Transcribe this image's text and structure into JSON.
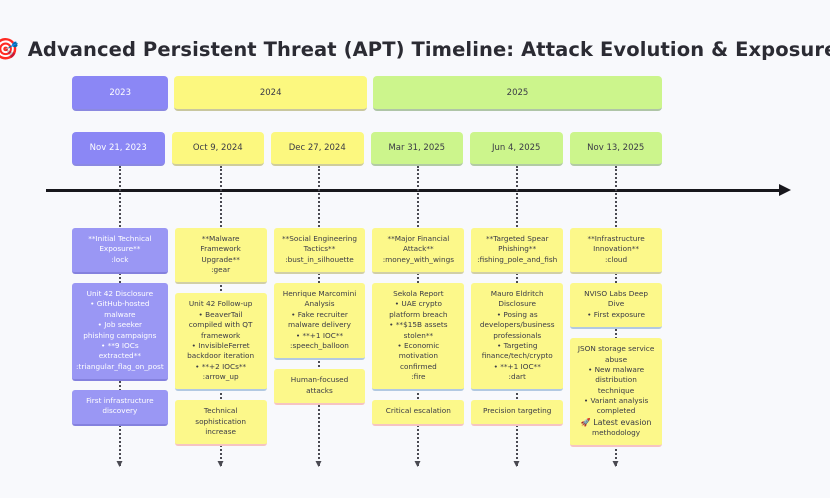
{
  "header": {
    "emoji": "🎯",
    "emoji_name": "dart-icon",
    "title": "Advanced Persistent Threat (APT) Timeline: Attack Evolution & Exposure"
  },
  "colors": {
    "purple": "#8b87f5",
    "yellow": "#fcf87f",
    "green": "#ccf58c",
    "axis": "#17171c",
    "background": "#f8f9fc"
  },
  "years": [
    {
      "label": "2023",
      "tone": "purple",
      "span": 1
    },
    {
      "label": "2024",
      "tone": "yellow",
      "span": 2
    },
    {
      "label": "2025",
      "tone": "green",
      "span": 3
    }
  ],
  "dates": [
    {
      "label": "Nov 21, 2023",
      "tone": "purple"
    },
    {
      "label": "Oct 9, 2024",
      "tone": "yellow"
    },
    {
      "label": "Dec 27, 2024",
      "tone": "yellow"
    },
    {
      "label": "Mar 31, 2025",
      "tone": "green"
    },
    {
      "label": "Jun 4, 2025",
      "tone": "green"
    },
    {
      "label": "Nov 13, 2025",
      "tone": "green"
    }
  ],
  "columns": [
    {
      "tone": "purple",
      "cards": [
        {
          "tone": "purple",
          "lines": [
            {
              "text": "**Initial Technical"
            },
            {
              "text": "Exposure**"
            },
            {
              "text": ":lock"
            }
          ]
        },
        {
          "tone": "purple",
          "lines": [
            {
              "text": "Unit 42 Disclosure"
            },
            {
              "text": "GitHub-hosted",
              "bullet": true
            },
            {
              "text": "malware"
            },
            {
              "text": "Job seeker",
              "bullet": true
            },
            {
              "text": "phishing campaigns"
            },
            {
              "text": "**9 IOCs",
              "bullet": true
            },
            {
              "text": "extracted**"
            },
            {
              "text": ":triangular_flag_on_post"
            }
          ]
        },
        {
          "tone": "purple",
          "lines": [
            {
              "text": "First infrastructure"
            },
            {
              "text": "discovery"
            }
          ]
        }
      ]
    },
    {
      "tone": "yellow",
      "cards": [
        {
          "tone": "yellow",
          "lines": [
            {
              "text": "**Malware"
            },
            {
              "text": "Framework"
            },
            {
              "text": "Upgrade**"
            },
            {
              "text": ":gear"
            }
          ]
        },
        {
          "tone": "yellow",
          "lines": [
            {
              "text": "Unit 42 Follow-up"
            },
            {
              "text": "BeaverTail",
              "bullet": true
            },
            {
              "text": "compiled with QT"
            },
            {
              "text": "framework"
            },
            {
              "text": "InvisibleFerret",
              "bullet": true
            },
            {
              "text": "backdoor iteration"
            },
            {
              "text": "**+2 IOCs**",
              "bullet": true
            },
            {
              "text": ":arrow_up"
            }
          ]
        },
        {
          "tone": "yellow",
          "lines": [
            {
              "text": "Technical"
            },
            {
              "text": "sophistication"
            },
            {
              "text": "increase"
            }
          ]
        }
      ]
    },
    {
      "tone": "yellow",
      "cards": [
        {
          "tone": "yellow",
          "lines": [
            {
              "text": "**Social Engineering"
            },
            {
              "text": "Tactics**"
            },
            {
              "text": ":bust_in_silhouette"
            }
          ]
        },
        {
          "tone": "yellow",
          "lines": [
            {
              "text": "Henrique Marcomini"
            },
            {
              "text": "Analysis"
            },
            {
              "text": "Fake recruiter",
              "bullet": true
            },
            {
              "text": "malware delivery"
            },
            {
              "text": "**+1 IOC**",
              "bullet": true
            },
            {
              "text": ":speech_balloon"
            }
          ]
        },
        {
          "tone": "yellow",
          "lines": [
            {
              "text": "Human-focused"
            },
            {
              "text": "attacks"
            }
          ]
        }
      ]
    },
    {
      "tone": "green",
      "cards": [
        {
          "tone": "yellow",
          "lines": [
            {
              "text": "**Major Financial"
            },
            {
              "text": "Attack**"
            },
            {
              "text": ":money_with_wings"
            }
          ]
        },
        {
          "tone": "yellow",
          "lines": [
            {
              "text": "Sekola Report"
            },
            {
              "text": "UAE crypto",
              "bullet": true
            },
            {
              "text": "platform breach"
            },
            {
              "text": "**$15B assets",
              "bullet": true
            },
            {
              "text": "stolen**"
            },
            {
              "text": "Economic",
              "bullet": true
            },
            {
              "text": "motivation"
            },
            {
              "text": "confirmed"
            },
            {
              "text": ":fire"
            }
          ]
        },
        {
          "tone": "yellow",
          "lines": [
            {
              "text": "Critical escalation"
            }
          ]
        }
      ]
    },
    {
      "tone": "green",
      "cards": [
        {
          "tone": "yellow",
          "lines": [
            {
              "text": "**Targeted Spear"
            },
            {
              "text": "Phishing**"
            },
            {
              "text": ":fishing_pole_and_fish"
            }
          ]
        },
        {
          "tone": "yellow",
          "lines": [
            {
              "text": "Mauro Eldritch"
            },
            {
              "text": "Disclosure"
            },
            {
              "text": "Posing as",
              "bullet": true
            },
            {
              "text": "developers/business"
            },
            {
              "text": "professionals"
            },
            {
              "text": "Targeting",
              "bullet": true
            },
            {
              "text": "finance/tech/crypto"
            },
            {
              "text": "**+1 IOC**",
              "bullet": true
            },
            {
              "text": ":dart"
            }
          ]
        },
        {
          "tone": "yellow",
          "lines": [
            {
              "text": "Precision targeting"
            }
          ]
        }
      ]
    },
    {
      "tone": "green",
      "cards": [
        {
          "tone": "yellow",
          "lines": [
            {
              "text": "**Infrastructure"
            },
            {
              "text": "Innovation**"
            },
            {
              "text": ":cloud"
            }
          ]
        },
        {
          "tone": "yellow",
          "lines": [
            {
              "text": "NVISO Labs Deep"
            },
            {
              "text": "Dive"
            },
            {
              "text": "First exposure",
              "bullet": true
            }
          ]
        },
        {
          "tone": "yellow",
          "lines": [
            {
              "text": "JSON storage service"
            },
            {
              "text": "abuse"
            },
            {
              "text": "New malware",
              "bullet": true
            },
            {
              "text": "distribution"
            },
            {
              "text": "technique"
            },
            {
              "text": "Variant analysis",
              "bullet": true
            },
            {
              "text": "completed"
            },
            {
              "text": "🚀 Latest evasion",
              "emoji": true
            },
            {
              "text": "methodology"
            }
          ]
        }
      ]
    }
  ]
}
